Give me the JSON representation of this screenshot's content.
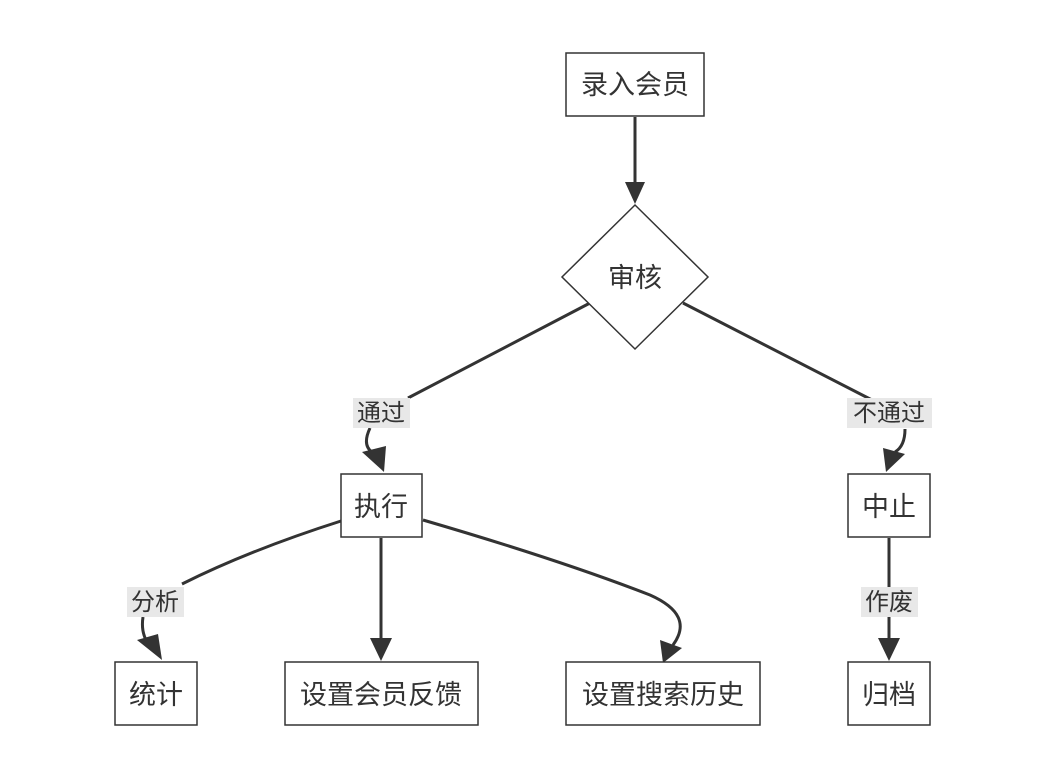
{
  "nodes": {
    "enter_member": "录入会员",
    "review": "审核",
    "execute": "执行",
    "abort": "中止",
    "stats": "统计",
    "member_feedback": "设置会员反馈",
    "search_history": "设置搜索历史",
    "archive": "归档"
  },
  "edges": {
    "pass": "通过",
    "fail": "不通过",
    "analyze": "分析",
    "void": "作废"
  },
  "colors": {
    "stroke": "#333333",
    "label_background": "#e8e8e8",
    "background": "#ffffff"
  }
}
